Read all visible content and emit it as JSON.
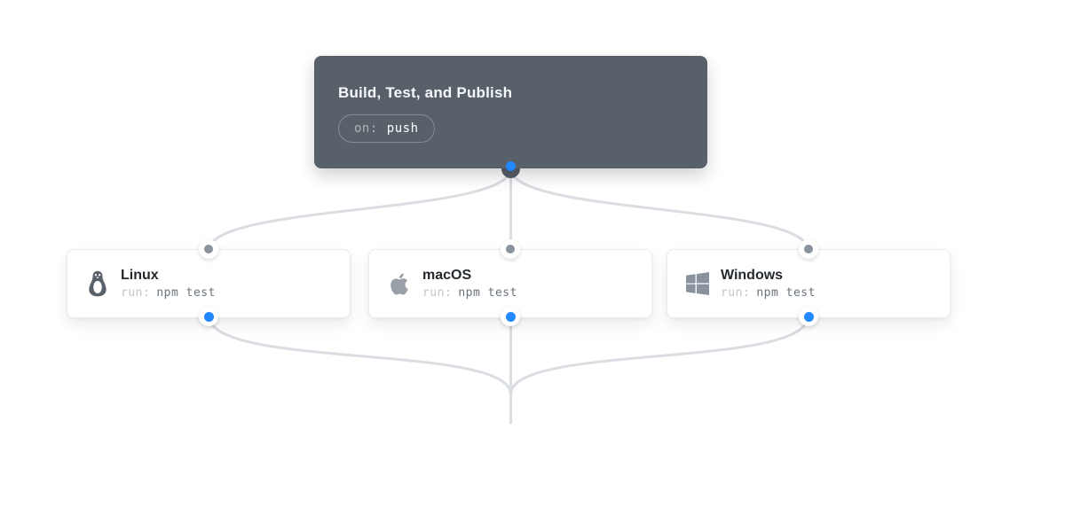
{
  "workflow": {
    "trigger": {
      "title": "Build, Test, and Publish",
      "event_label": "on:",
      "event_value": "push"
    },
    "jobs": [
      {
        "name": "Linux",
        "icon": "linux-tux-icon",
        "run_label": "run:",
        "run_command": "npm test"
      },
      {
        "name": "macOS",
        "icon": "apple-icon",
        "run_label": "run:",
        "run_command": "npm test"
      },
      {
        "name": "Windows",
        "icon": "windows-icon",
        "run_label": "run:",
        "run_command": "npm test"
      }
    ],
    "colors": {
      "trigger_bg": "#586069",
      "accent_blue": "#2188ff",
      "port_gray": "#8a929d",
      "connector_line": "#dadde2",
      "card_border": "#e9ebee",
      "job_name_text": "#24292e",
      "run_label_text": "#c0c5cb",
      "run_command_text": "#6a737d"
    }
  }
}
